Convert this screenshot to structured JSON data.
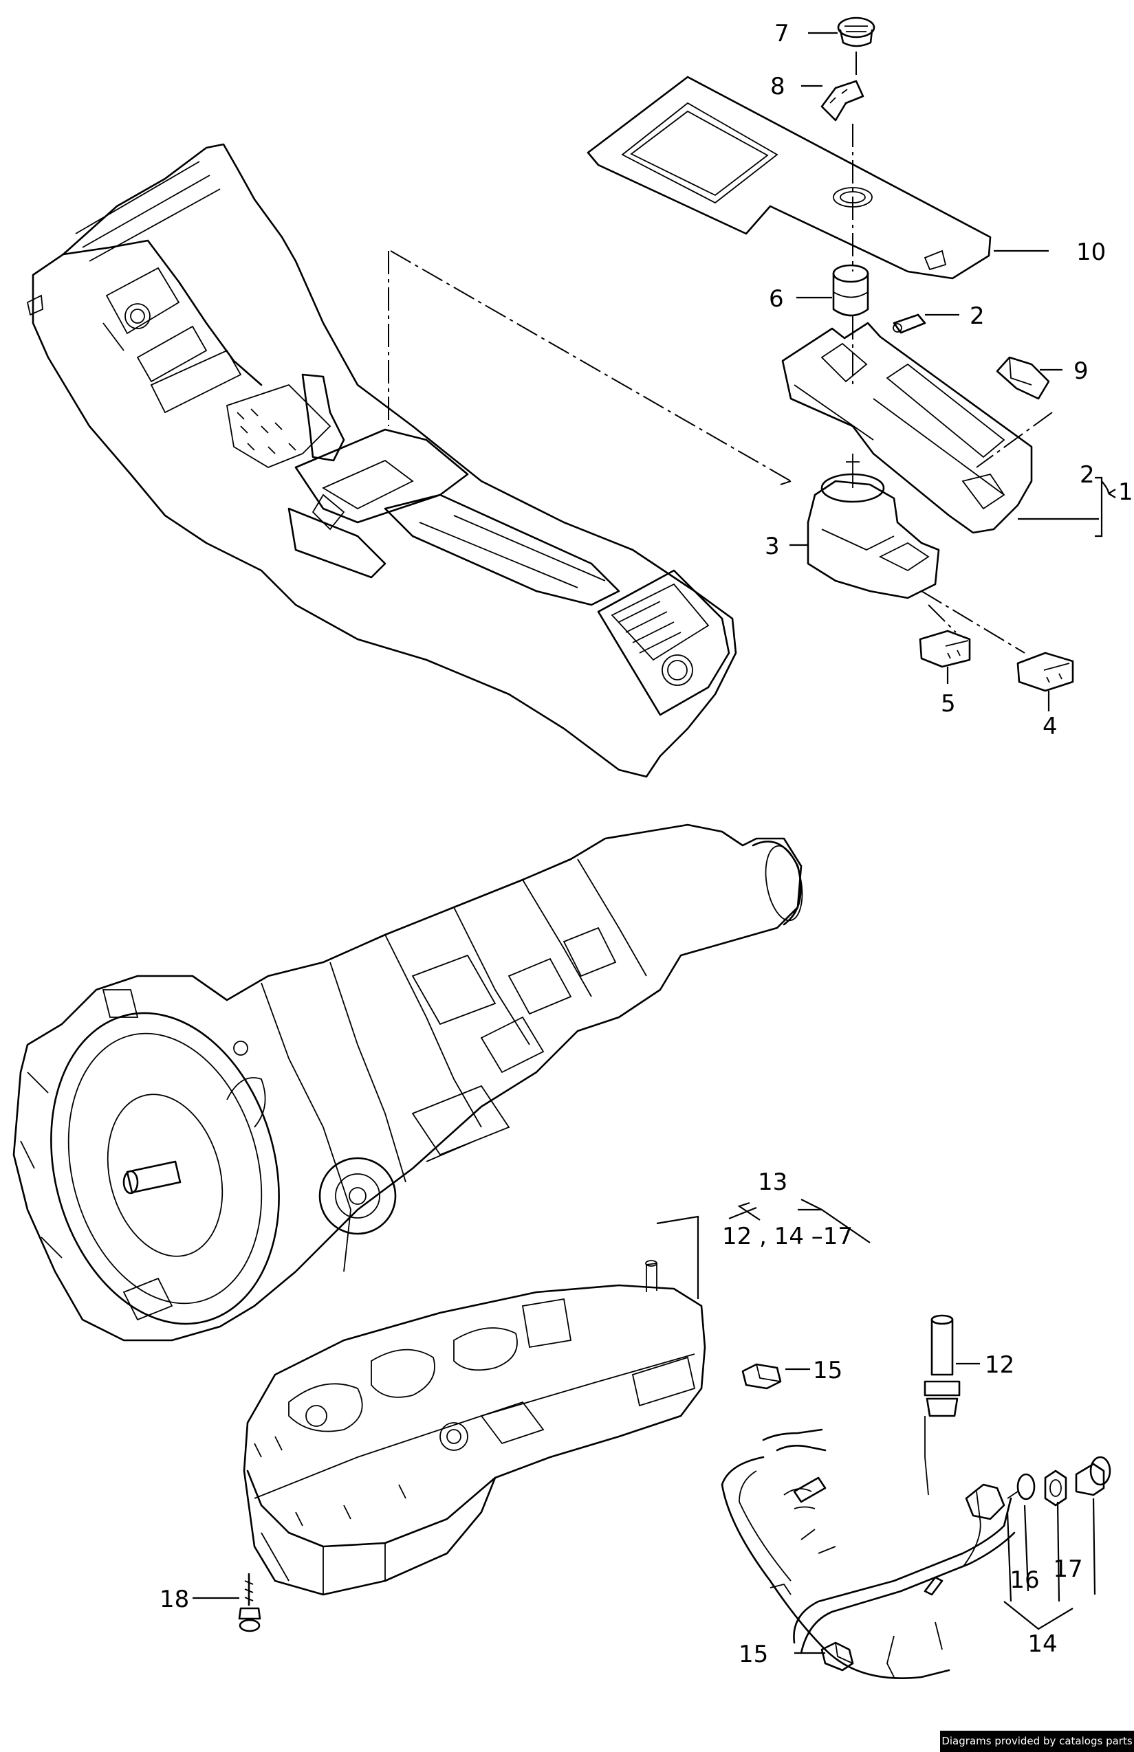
{
  "callouts": {
    "c1": "1",
    "c2a": "2",
    "c2b": "2",
    "c3": "3",
    "c4": "4",
    "c5": "5",
    "c6": "6",
    "c7": "7",
    "c8": "8",
    "c9": "9",
    "c10": "10",
    "c12": "12",
    "c13": "13",
    "c13_range": "12 , 14 –17",
    "c14": "14",
    "c15a": "15",
    "c15b": "15",
    "c16": "16",
    "c17": "17",
    "c18": "18"
  },
  "footer": {
    "credit": "Diagrams provided by catalogs parts"
  }
}
